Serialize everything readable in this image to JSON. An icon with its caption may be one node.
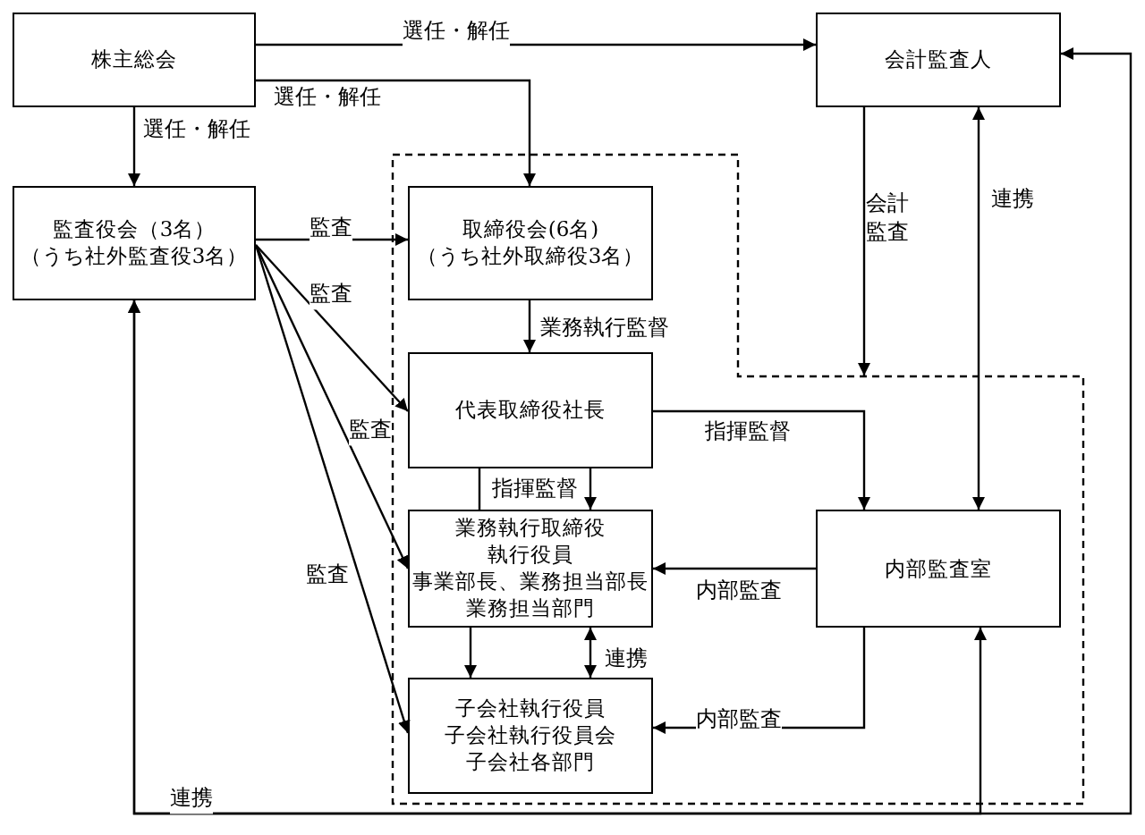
{
  "diagram": {
    "nodes": [
      {
        "text": [
          "株主総会"
        ]
      },
      {
        "text": [
          "会計監査人"
        ]
      },
      {
        "text": [
          "監査役会（3名）",
          "（うち社外監査役3名）"
        ]
      },
      {
        "text": [],
        "shape": "polygon"
      },
      {
        "text": [
          "取締役会(6名)",
          "（うち社外取締役3名）"
        ],
        "in": 3
      },
      {
        "text": [
          "代表取締役社長"
        ],
        "in": 3
      },
      {
        "text": [
          "業務執行取締役",
          "執行役員",
          "事業部長、業務担当部長",
          "業務担当部門"
        ],
        "in": 3
      },
      {
        "text": [
          "子会社執行役員",
          "子会社執行役員会",
          "子会社各部門"
        ],
        "in": 3
      },
      {
        "text": [
          "内部監査室"
        ],
        "in": 3
      }
    ],
    "edges": [
      {
        "from": 0,
        "to": 1,
        "arrow": "to",
        "label": "選任・解任"
      },
      {
        "from": 0,
        "to": 4,
        "arrow": "to",
        "label": "選任・解任"
      },
      {
        "from": 0,
        "to": 2,
        "arrow": "to",
        "label": "選任・解任"
      },
      {
        "from": 2,
        "to": 4,
        "arrow": "to",
        "label": "監査"
      },
      {
        "from": 2,
        "to": 5,
        "arrow": "to",
        "label": "監査"
      },
      {
        "from": 2,
        "to": 6,
        "arrow": "to",
        "label": "監査"
      },
      {
        "from": 2,
        "to": 7,
        "arrow": "to",
        "label": "監査"
      },
      {
        "from": 4,
        "to": 5,
        "arrow": "to",
        "label": "業務執行監督"
      },
      {
        "from": 5,
        "to": 6,
        "arrow": "to",
        "label": "指揮監督"
      },
      {
        "from": 5,
        "to": 6,
        "arrow": "none"
      },
      {
        "from": 5,
        "to": 8,
        "arrow": "to",
        "label": "指揮監督"
      },
      {
        "from": 1,
        "to": 3,
        "arrow": "to",
        "label": "会計監査"
      },
      {
        "from": 8,
        "to": 1,
        "arrow": "both",
        "label": "連携"
      },
      {
        "from": 8,
        "to": 6,
        "arrow": "to",
        "label": "内部監査"
      },
      {
        "from": 8,
        "to": 7,
        "arrow": "to",
        "label": "内部監査"
      },
      {
        "from": 6,
        "to": 7,
        "arrow": "to"
      },
      {
        "from": 6,
        "to": 7,
        "arrow": "both",
        "label": "連携"
      },
      {
        "from": 2,
        "to": 1,
        "arrow": "both",
        "label": "連携"
      },
      {
        "from": 2,
        "to": 8,
        "arrow": "both"
      }
    ]
  }
}
